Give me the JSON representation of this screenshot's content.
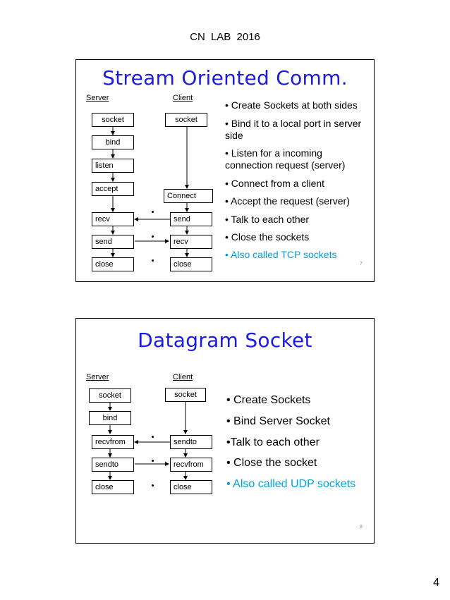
{
  "header": {
    "text": "CN  LAB  2016"
  },
  "slide1": {
    "title": "Stream Oriented Comm.",
    "server_label": "Server",
    "client_label": "Client",
    "server_boxes": [
      "socket",
      "bind",
      "listen",
      "accept",
      "recv",
      "send",
      "close"
    ],
    "client_boxes": [
      "socket",
      "Connect",
      "send",
      "recv",
      "close"
    ],
    "bullets": [
      "• Create Sockets at both sides",
      "• Bind it to a local port in server",
      "side",
      "• Listen for a incoming",
      "connection request (server)",
      "• Connect from a client",
      "• Accept the request (server)",
      "•  Talk to each other",
      "• Close the sockets",
      "• Also called TCP sockets"
    ],
    "page_number": "7"
  },
  "slide2": {
    "title": "Datagram Socket",
    "server_label": "Server",
    "client_label": "Client",
    "server_boxes": [
      "socket",
      "bind",
      "recvfrom",
      "sendto",
      "close"
    ],
    "client_boxes": [
      "socket",
      "sendto",
      "recvfrom",
      "close"
    ],
    "bullets": [
      "• Create Sockets",
      "• Bind Server Socket",
      "•Talk to each other",
      "• Close the socket",
      "• Also called UDP sockets"
    ],
    "page_number": "8"
  },
  "footer": {
    "page": "4"
  },
  "colors": {
    "title": "#1a1ae6",
    "highlight": "#00a0e0"
  }
}
